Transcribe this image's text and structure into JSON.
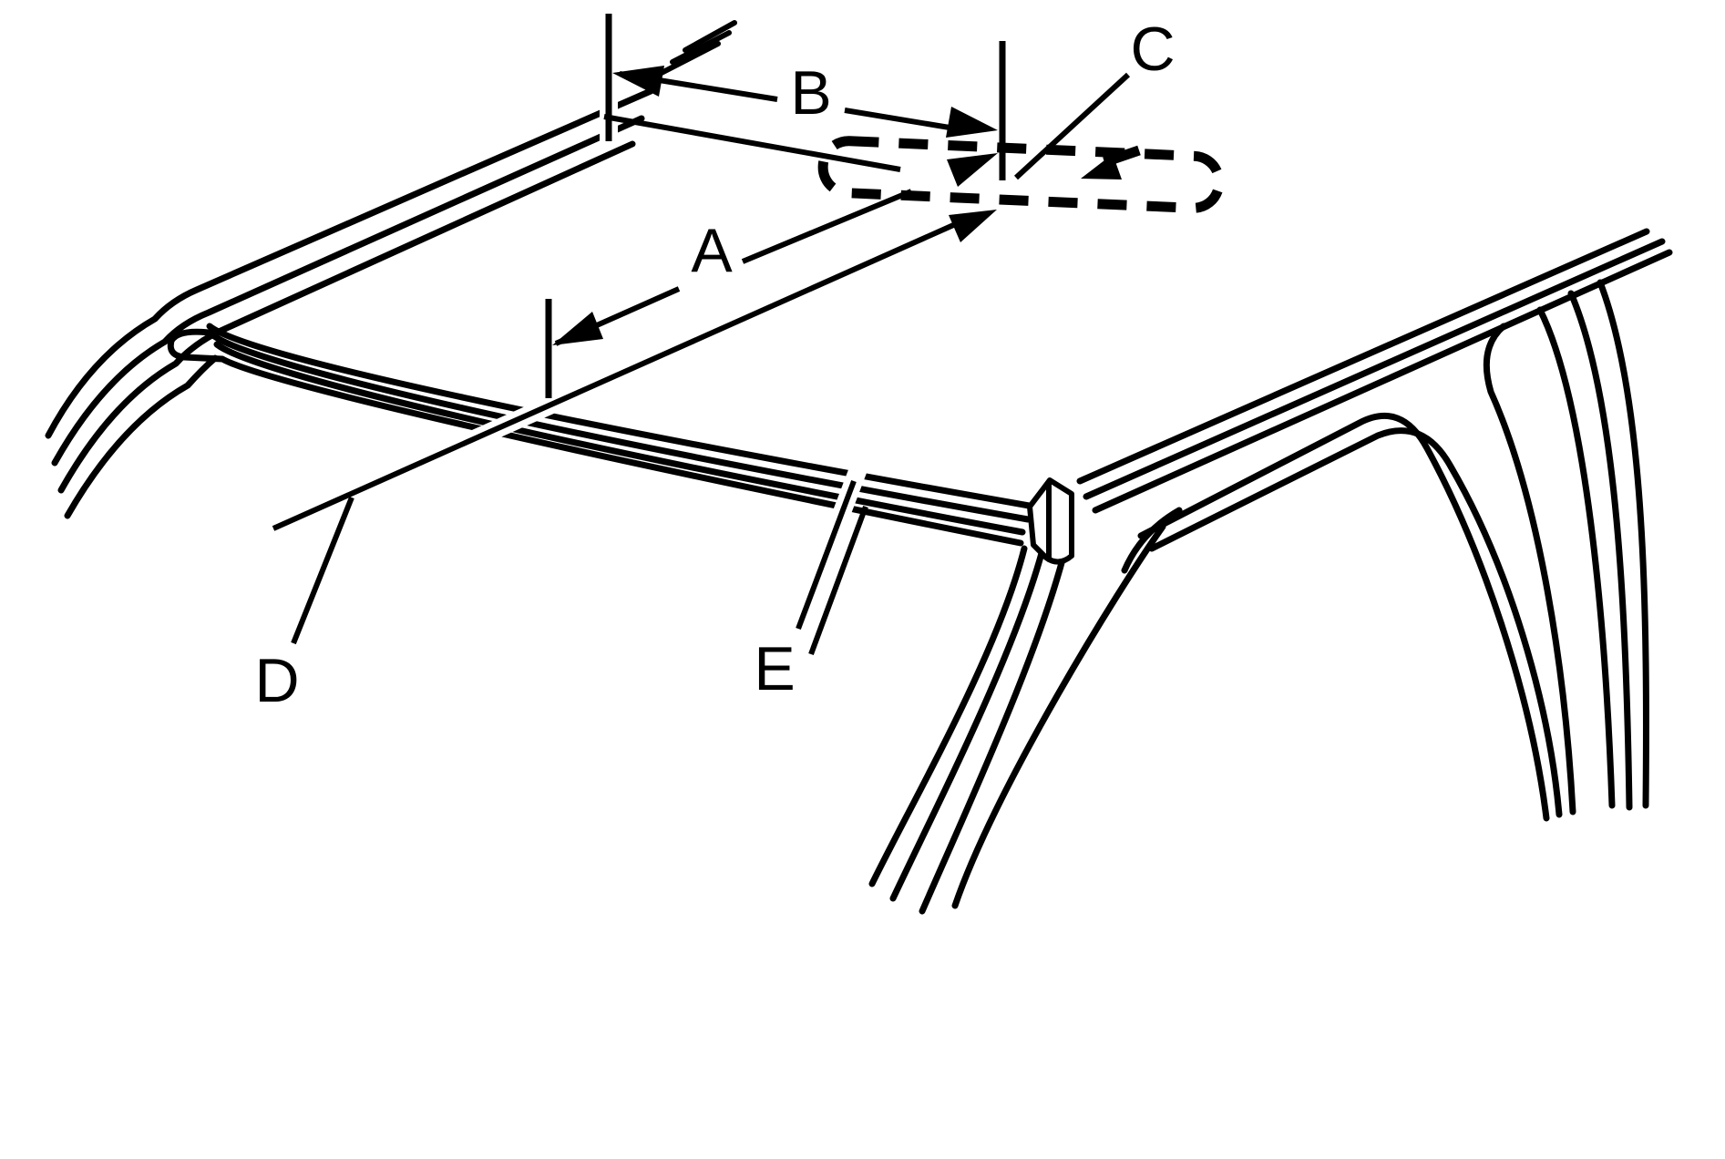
{
  "figure": {
    "type": "technical-line-diagram",
    "subject": "vehicle roof panel dimension / reference diagram",
    "background_color": "#ffffff",
    "line_color": "#000000",
    "labels": {
      "a": "A",
      "b": "B",
      "c": "C",
      "d": "D",
      "e": "E"
    }
  }
}
